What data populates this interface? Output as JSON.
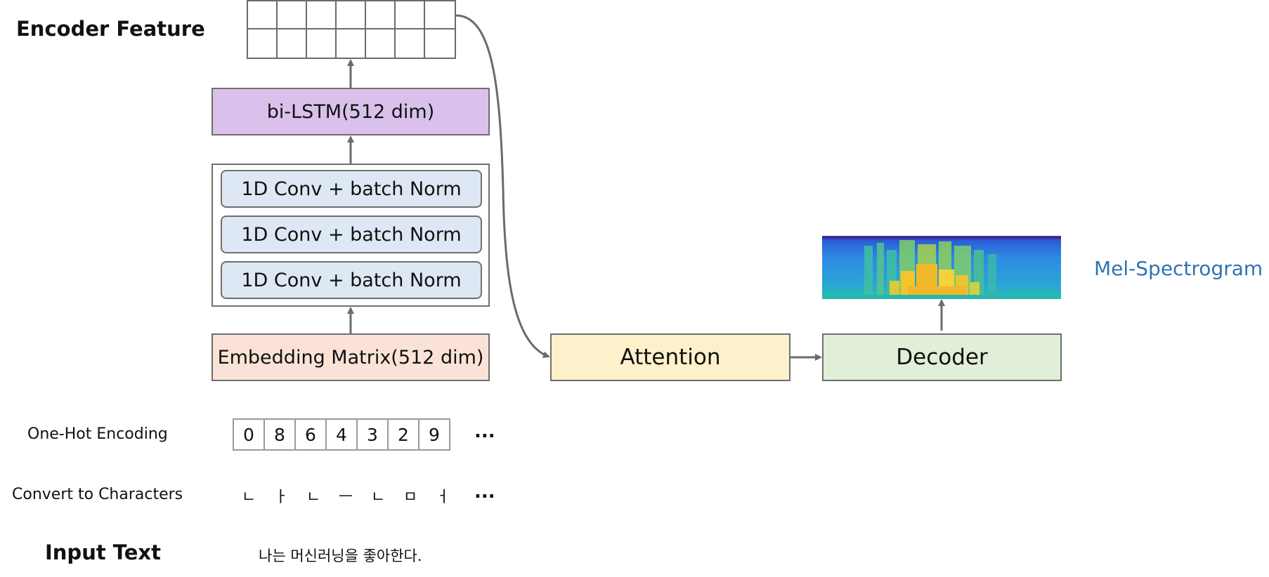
{
  "labels": {
    "encoder_feature": "Encoder Feature",
    "one_hot": "One-Hot Encoding",
    "convert": "Convert to Characters",
    "input_text": "Input Text"
  },
  "blocks": {
    "lstm": "bi-LSTM(512 dim)",
    "conv": [
      "1D Conv + batch Norm",
      "1D Conv + batch Norm",
      "1D Conv + batch Norm"
    ],
    "embedding": "Embedding Matrix(512 dim)",
    "attention": "Attention",
    "decoder": "Decoder"
  },
  "one_hot_digits": [
    "0",
    "8",
    "6",
    "4",
    "3",
    "2",
    "9"
  ],
  "ellipsis": "...",
  "characters": [
    "ㄴ",
    "ㅏ",
    "ㄴ",
    "ㅡ",
    "ㄴ",
    "ㅁ",
    "ㅓ"
  ],
  "input_sentence": "나는 머신러닝을 좋아한다.",
  "mel_label": "Mel-Spectrogram",
  "colors": {
    "lstm": "#d9c1ec",
    "conv": "#dde8f4",
    "embedding": "#fae3d6",
    "attention": "#fdf1cb",
    "decoder": "#e1eed8",
    "mel_label": "#2f73b4",
    "lines": "#6b6b6b"
  }
}
